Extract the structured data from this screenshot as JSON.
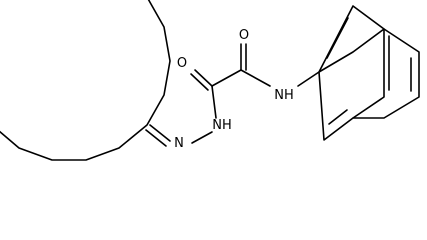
{
  "molecule": {
    "atom_labels": {
      "o_left": "O",
      "o_right": "O",
      "n_hydrazone": "N",
      "nh_hydrazide": "NH",
      "nh_amide": "NH"
    },
    "colors": {
      "bond": "#000000",
      "text": "#000000",
      "background": "#ffffff"
    }
  }
}
